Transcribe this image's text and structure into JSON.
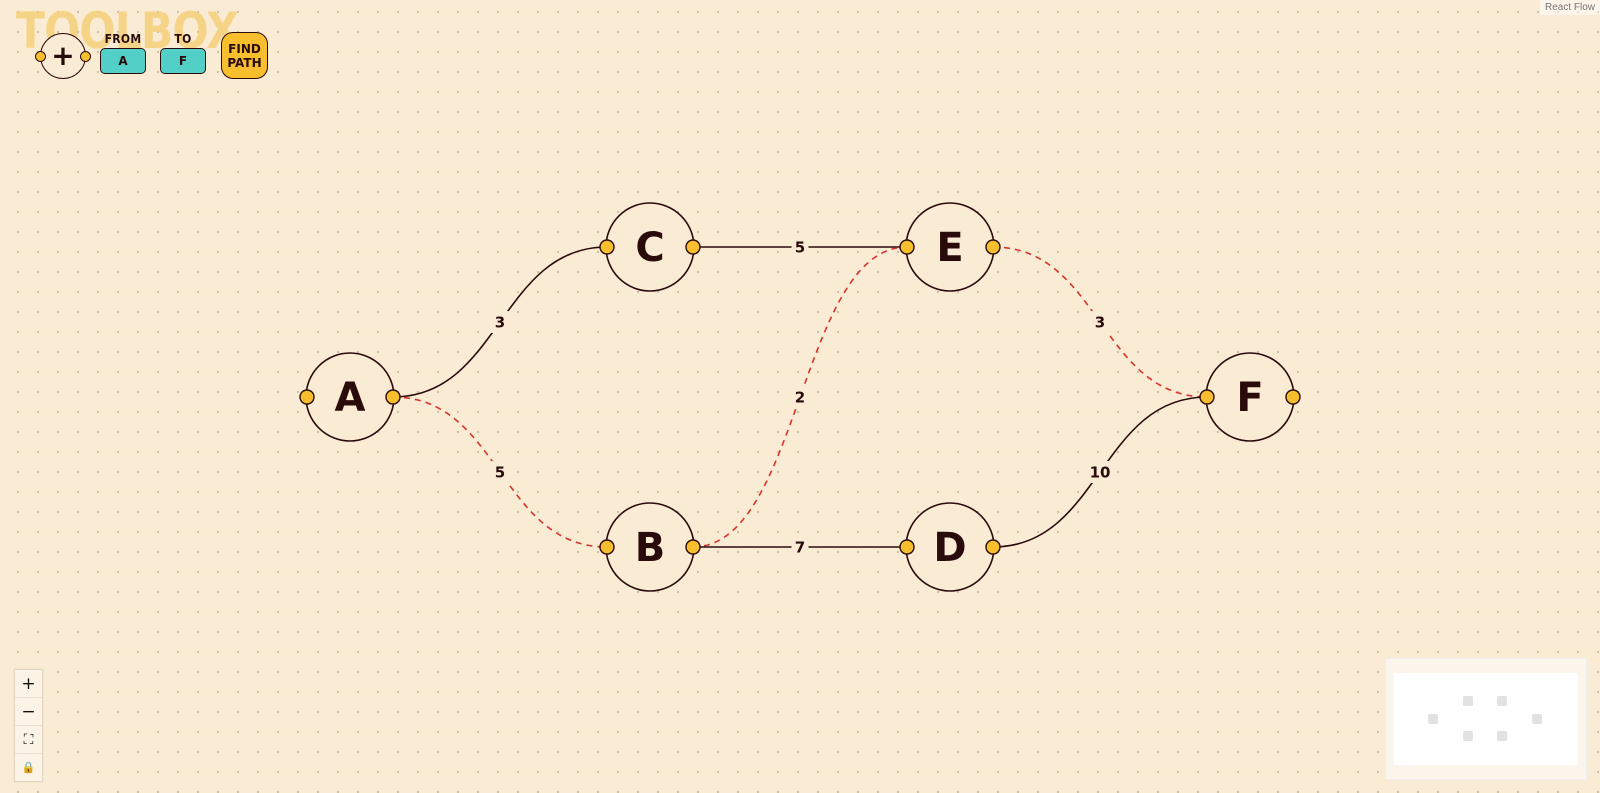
{
  "toolbar": {
    "title": "TOOLBOX",
    "add_node_symbol": "+",
    "from_label": "FROM",
    "from_value": "A",
    "to_label": "TO",
    "to_value": "F",
    "find_path_label": "FIND\nPATH"
  },
  "graph": {
    "nodes": [
      {
        "id": "A",
        "label": "A"
      },
      {
        "id": "B",
        "label": "B"
      },
      {
        "id": "C",
        "label": "C"
      },
      {
        "id": "D",
        "label": "D"
      },
      {
        "id": "E",
        "label": "E"
      },
      {
        "id": "F",
        "label": "F"
      }
    ],
    "edges": [
      {
        "source": "A",
        "target": "C",
        "weight": "3",
        "in_path": false
      },
      {
        "source": "A",
        "target": "B",
        "weight": "5",
        "in_path": true
      },
      {
        "source": "C",
        "target": "E",
        "weight": "5",
        "in_path": false
      },
      {
        "source": "B",
        "target": "E",
        "weight": "2",
        "in_path": true
      },
      {
        "source": "B",
        "target": "D",
        "weight": "7",
        "in_path": false
      },
      {
        "source": "E",
        "target": "F",
        "weight": "3",
        "in_path": true
      },
      {
        "source": "D",
        "target": "F",
        "weight": "10",
        "in_path": false
      }
    ]
  },
  "controls": [
    {
      "name": "zoom-in",
      "glyph": "+"
    },
    {
      "name": "zoom-out",
      "glyph": "−"
    },
    {
      "name": "fit-view",
      "glyph": "⛶"
    },
    {
      "name": "lock",
      "glyph": "🔒"
    }
  ],
  "attribution": "React Flow",
  "colors": {
    "background": "#faebd4",
    "handle": "#f7be2d",
    "stroke": "#2a0b0b",
    "path_edge": "#d9342b",
    "field": "#52d0c8",
    "title": "#f6d07a"
  }
}
